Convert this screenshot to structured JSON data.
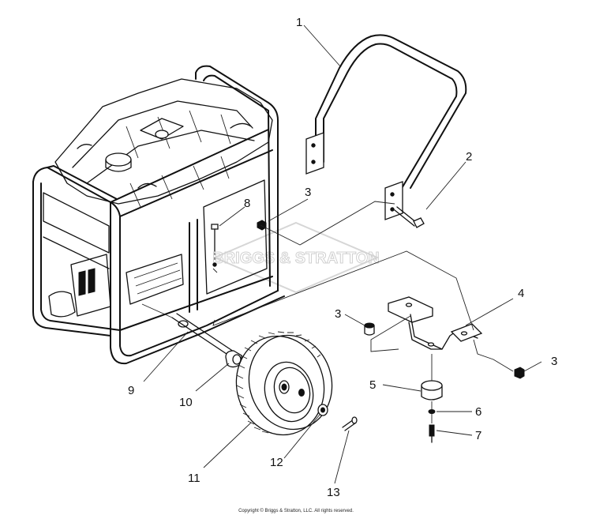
{
  "diagram": {
    "watermark": "BRIGGS & STRATTON",
    "copyright": "Copyright © Briggs & Stratton, LLC. All rights reserved.",
    "callouts": [
      {
        "id": "1",
        "label": "1"
      },
      {
        "id": "2",
        "label": "2"
      },
      {
        "id": "3a",
        "label": "3"
      },
      {
        "id": "3b",
        "label": "3"
      },
      {
        "id": "3c",
        "label": "3"
      },
      {
        "id": "4",
        "label": "4"
      },
      {
        "id": "5",
        "label": "5"
      },
      {
        "id": "6",
        "label": "6"
      },
      {
        "id": "7",
        "label": "7"
      },
      {
        "id": "8",
        "label": "8"
      },
      {
        "id": "9",
        "label": "9"
      },
      {
        "id": "10",
        "label": "10"
      },
      {
        "id": "11",
        "label": "11"
      },
      {
        "id": "12",
        "label": "12"
      },
      {
        "id": "13",
        "label": "13"
      }
    ]
  }
}
